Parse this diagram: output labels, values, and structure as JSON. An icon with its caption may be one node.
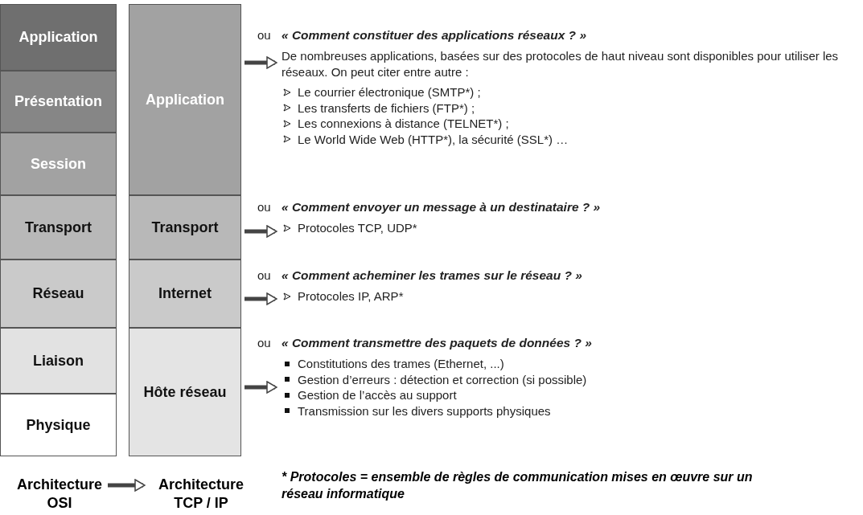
{
  "diagram": {
    "nodes": [
      {
        "text": [
          "Application"
        ]
      },
      {
        "text": [
          "Présentation"
        ]
      },
      {
        "text": [
          "Session"
        ]
      },
      {
        "text": [
          "Transport"
        ]
      },
      {
        "text": [
          "Réseau"
        ]
      },
      {
        "text": [
          "Liaison"
        ]
      },
      {
        "text": [
          "Physique"
        ]
      },
      {
        "text": [
          "Application"
        ]
      },
      {
        "text": [
          "Transport"
        ]
      },
      {
        "text": [
          "Internet"
        ]
      },
      {
        "text": [
          "Hôte réseau"
        ]
      },
      {
        "text": [
          "ou",
          "« Comment constituer des applications réseaux ? »",
          "De nombreuses applications, basées sur des protocoles de haut niveau sont disponibles pour utiliser les réseaux. On peut citer entre autre :",
          "Le courrier électronique (SMTP*) ;",
          "Les transferts de fichiers (FTP*) ;",
          "Les connexions à distance (TELNET*) ;",
          "Le World Wide Web (HTTP*), la sécurité (SSL*) …"
        ]
      },
      {
        "text": [
          "ou",
          "« Comment envoyer un message à un destinataire ? »",
          "Protocoles TCP, UDP*"
        ]
      },
      {
        "text": [
          "ou",
          "« Comment acheminer les trames sur le réseau ? »",
          "Protocoles IP, ARP*"
        ]
      },
      {
        "text": [
          "ou",
          "« Comment transmettre des paquets de données ? »",
          "Constitutions des trames (Ethernet, ...)",
          "Gestion d’erreurs : détection et correction (si possible)",
          "Gestion de l’accès au support",
          "Transmission sur les divers supports physiques"
        ]
      },
      {
        "text": [
          "Architecture OSI"
        ]
      },
      {
        "text": [
          "Architecture TCP / IP"
        ]
      }
    ],
    "edges": [
      {
        "from": 7,
        "to": 11,
        "arrow": "to"
      },
      {
        "from": 8,
        "to": 12,
        "arrow": "to"
      },
      {
        "from": 9,
        "to": 13,
        "arrow": "to"
      },
      {
        "from": 10,
        "to": 14,
        "arrow": "to"
      },
      {
        "from": 15,
        "to": 16,
        "arrow": "to"
      }
    ],
    "labels": [
      "* Protocoles = ensemble de règles de communication mises en œuvre sur un réseau informatique"
    ]
  }
}
